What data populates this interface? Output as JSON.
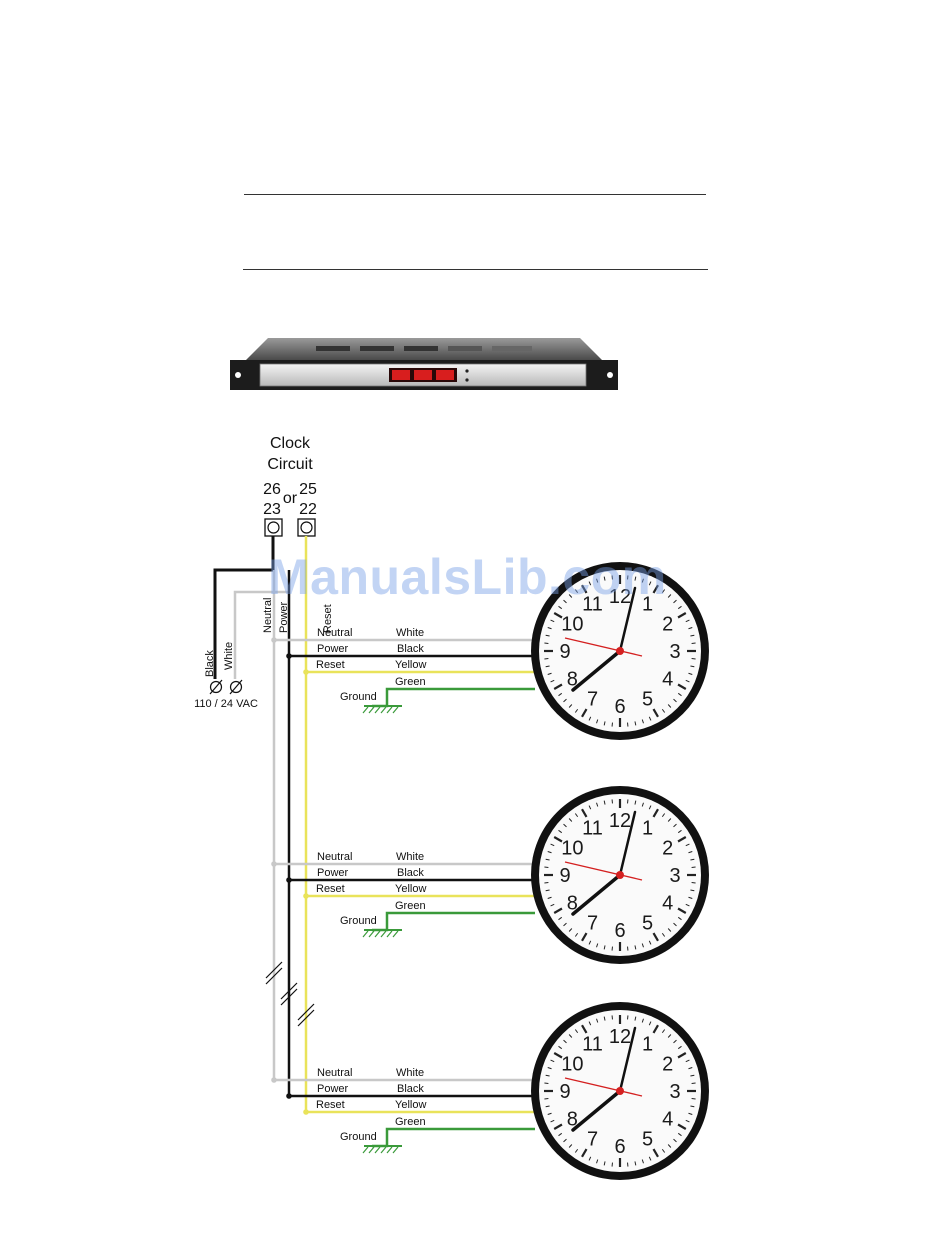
{
  "circuit": {
    "title_line1": "Clock",
    "title_line2": "Circuit",
    "term_top_left": "26",
    "term_top_or": "or",
    "term_top_right": "25",
    "term_bot_left": "23",
    "term_bot_right": "22"
  },
  "bus_labels": {
    "neutral": "Neutral",
    "power": "Power",
    "reset": "Reset"
  },
  "supply": {
    "black": "Black",
    "white": "White",
    "voltage": "110 / 24 VAC"
  },
  "clock_wiring": {
    "neutral": "Neutral",
    "white": "White",
    "power": "Power",
    "black": "Black",
    "reset": "Reset",
    "yellow": "Yellow",
    "green": "Green",
    "ground": "Ground"
  },
  "clock_numbers": [
    "12",
    "1",
    "2",
    "3",
    "4",
    "5",
    "6",
    "7",
    "8",
    "9",
    "10",
    "11"
  ],
  "watermark": "ManualsLib.com",
  "colors": {
    "neutral_wire": "#c8c8c8",
    "power_wire": "#111111",
    "reset_wire": "#e9e35a",
    "ground_wire": "#3a9a3a",
    "second_hand": "#d42020",
    "rack_display": "#d81e1e"
  }
}
